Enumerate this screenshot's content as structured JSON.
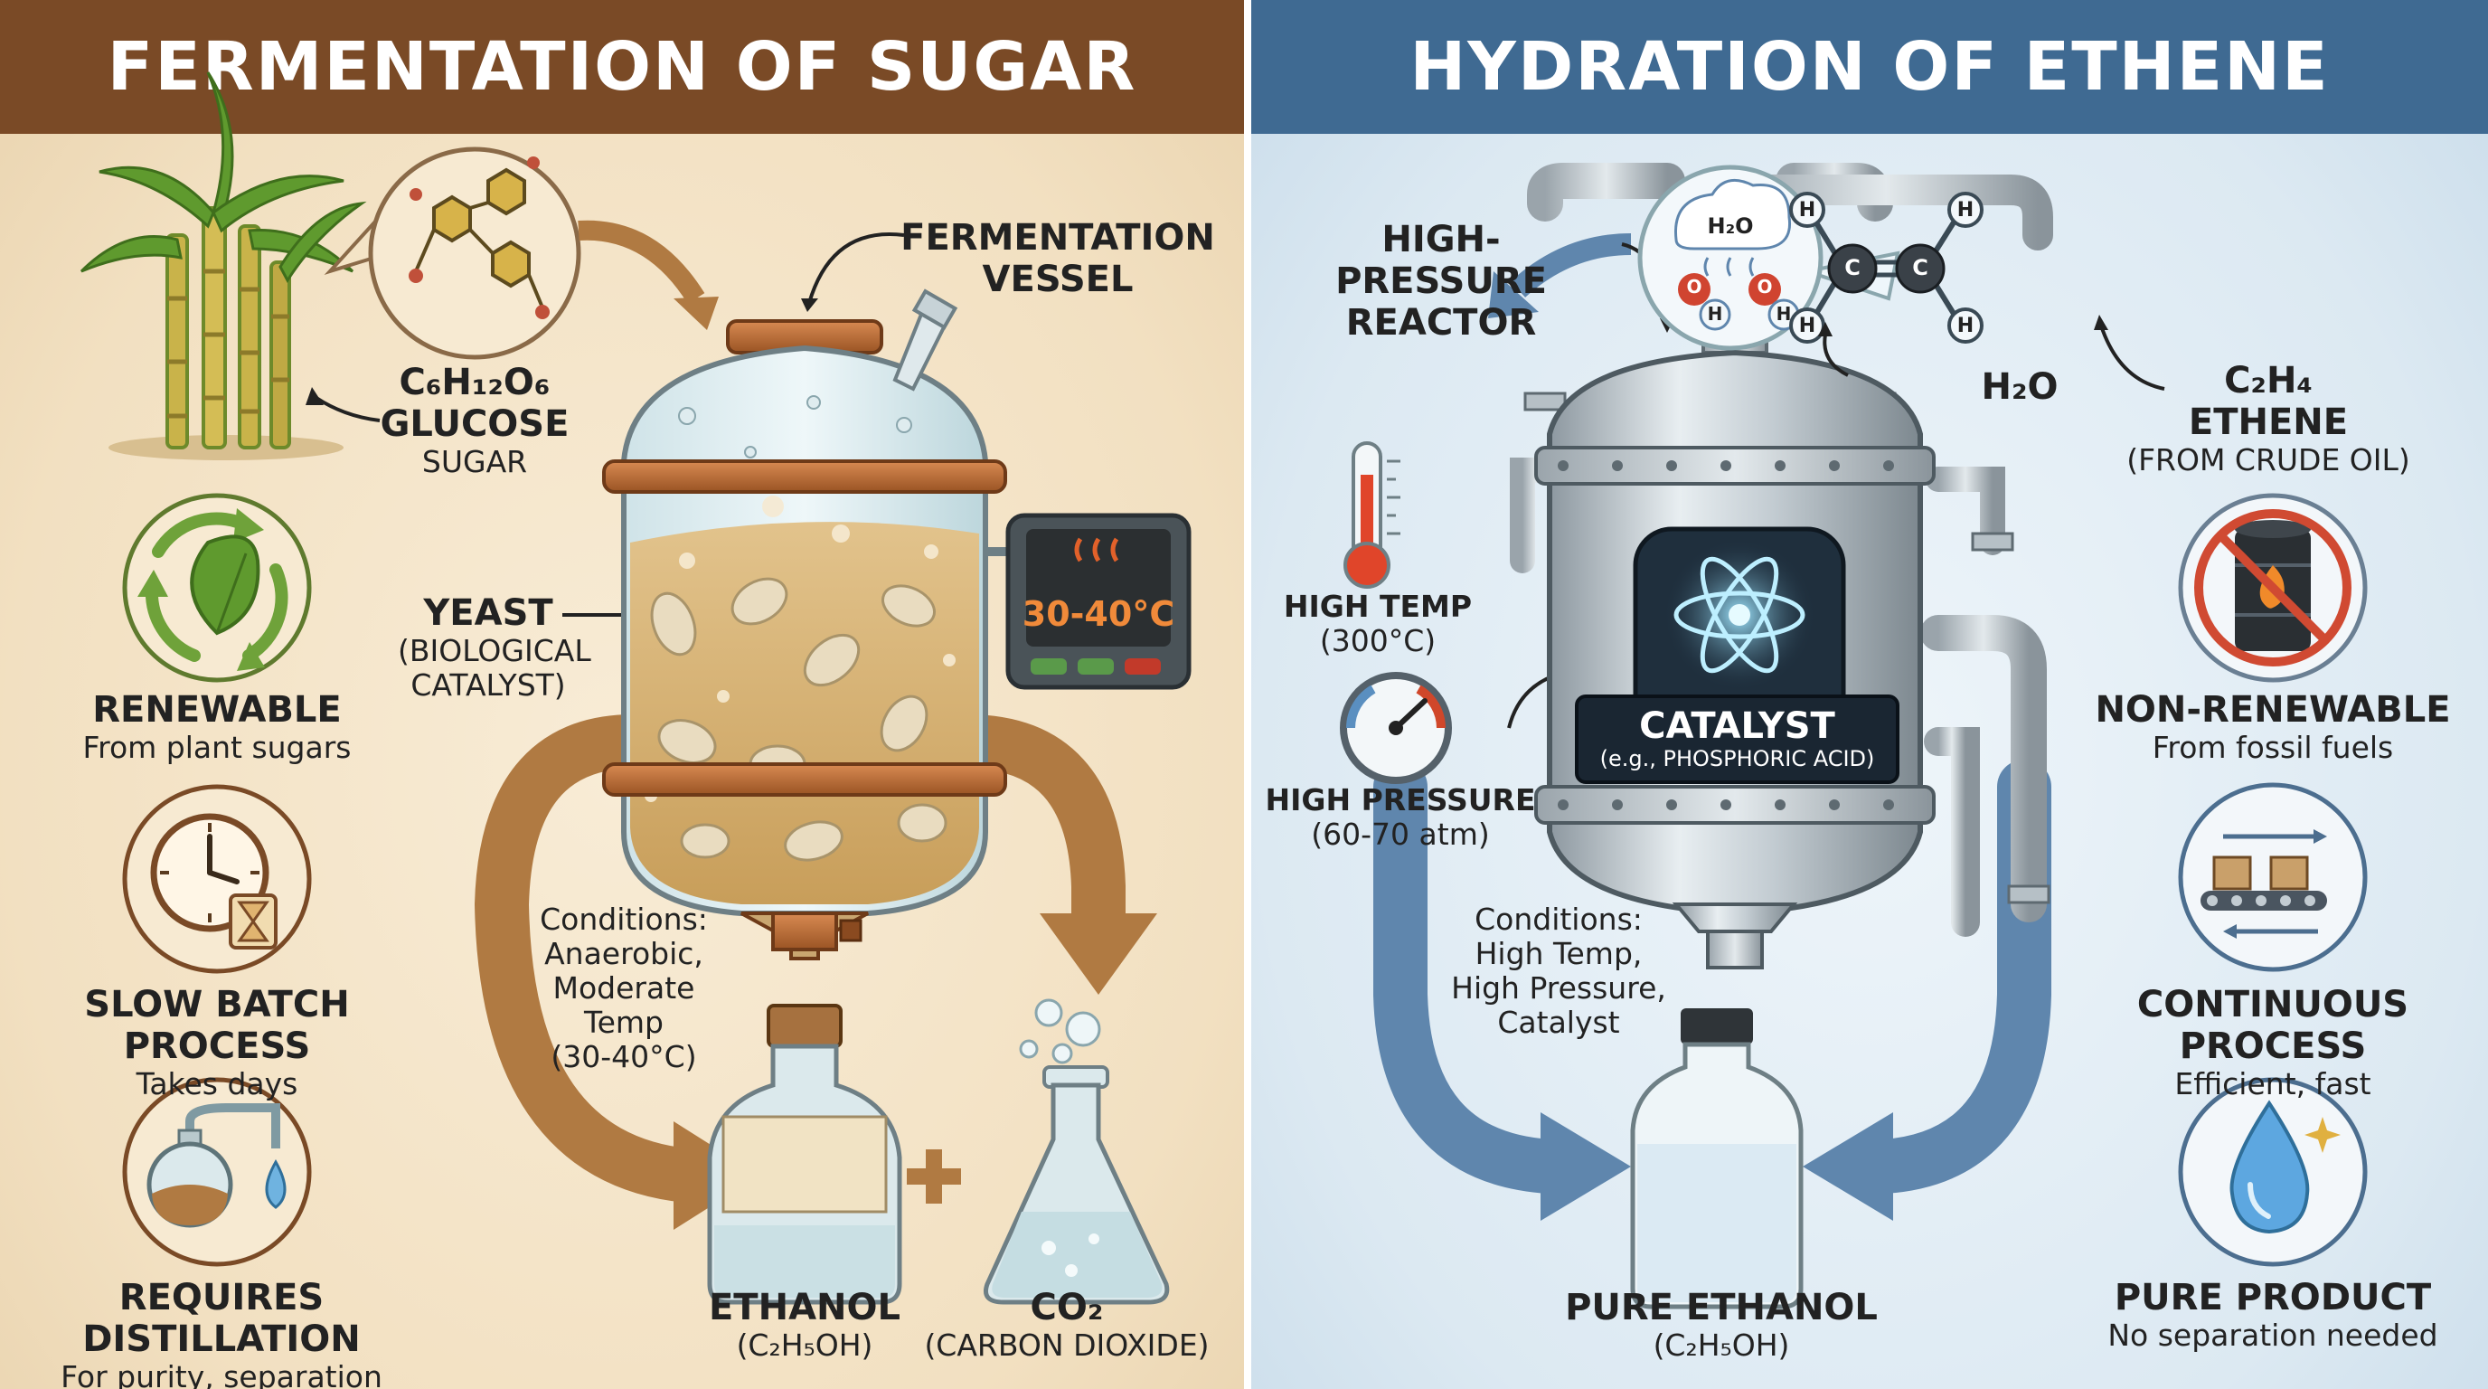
{
  "left": {
    "title": "FERMENTATION OF SUGAR",
    "glucose_formula": "C₆H₁₂O₆",
    "glucose_name": "GLUCOSE",
    "glucose_sub": "SUGAR",
    "vessel_label_1": "FERMENTATION",
    "vessel_label_2": "VESSEL",
    "yeast_label": "YEAST",
    "yeast_sub_1": "(BIOLOGICAL",
    "yeast_sub_2": "CATALYST)",
    "temp_display": "30-40°C",
    "conditions_title": "Conditions:",
    "conditions_1": "Anaerobic,",
    "conditions_2": "Moderate Temp",
    "conditions_3": "(30-40°C)",
    "product_1": "ETHANOL",
    "product_1_formula": "(C₂H₅OH)",
    "product_2": "CO₂",
    "product_2_sub": "(CARBON DIOXIDE)",
    "features": [
      {
        "title": "RENEWABLE",
        "sub": "From plant sugars"
      },
      {
        "title": "SLOW BATCH PROCESS",
        "sub": "Takes days"
      },
      {
        "title": "REQUIRES DISTILLATION",
        "sub": "For purity, separation"
      }
    ]
  },
  "right": {
    "title": "HYDRATION OF ETHENE",
    "reactor_label_1": "HIGH-PRESSURE",
    "reactor_label_2": "REACTOR",
    "water_bubble": "H₂O",
    "water_label": "H₂O",
    "ethene_formula": "C₂H₄",
    "ethene_name": "ETHENE",
    "ethene_sub": "(FROM CRUDE OIL)",
    "temp_label": "HIGH TEMP",
    "temp_value": "(300°C)",
    "pressure_label": "HIGH PRESSURE",
    "pressure_value": "(60-70 atm)",
    "catalyst_label": "CATALYST",
    "catalyst_sub": "(e.g., PHOSPHORIC ACID)",
    "conditions_title": "Conditions:",
    "conditions_1": "High Temp,",
    "conditions_2": "High Pressure,",
    "conditions_3": "Catalyst",
    "product": "PURE ETHANOL",
    "product_formula": "(C₂H₅OH)",
    "atoms": {
      "h": "H",
      "c": "C",
      "o": "O"
    },
    "features": [
      {
        "title": "NON-RENEWABLE",
        "sub": "From fossil fuels"
      },
      {
        "title": "CONTINUOUS PROCESS",
        "sub": "Efficient, fast"
      },
      {
        "title": "PURE PRODUCT",
        "sub": "No separation needed"
      }
    ]
  },
  "colors": {
    "left_banner": "#7a4a26",
    "right_banner": "#3f6a92",
    "arrow_brown": "#b07a42",
    "arrow_blue": "#5f86ad",
    "temp_red": "#e2612a"
  },
  "icons": [
    "sugarcane-icon",
    "glucose-molecule-icon",
    "recycle-leaf-icon",
    "clock-hourglass-icon",
    "distillation-icon",
    "fermentation-vessel-icon",
    "ethanol-bottle-icon",
    "flask-co2-icon",
    "thermometer-icon",
    "pressure-gauge-icon",
    "atom-icon",
    "reactor-icon",
    "ethene-molecule-icon",
    "no-oil-barrel-icon",
    "conveyor-icon",
    "water-drop-icon"
  ]
}
